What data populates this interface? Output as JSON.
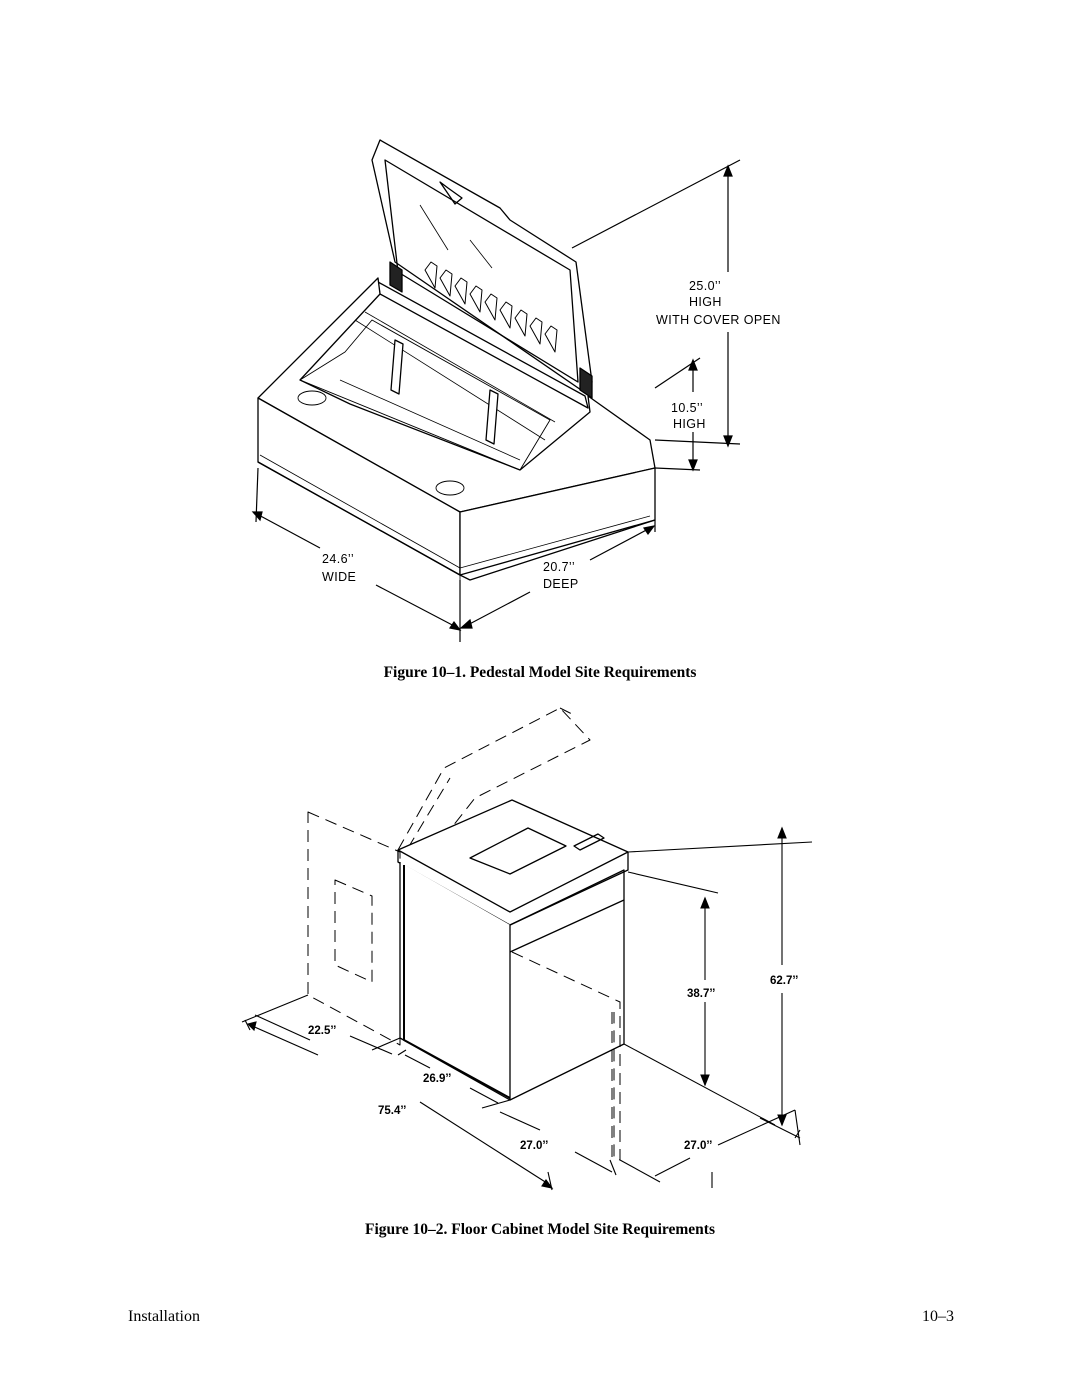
{
  "figure1": {
    "caption": "Figure 10–1. Pedestal Model Site Requirements",
    "dims": {
      "height_open_value": "25.0’’",
      "height_open_l1": "HIGH",
      "height_open_l2": "WITH COVER OPEN",
      "height_value": "10.5’’",
      "height_l1": "HIGH",
      "width_value": "24.6’’",
      "width_l1": "WIDE",
      "depth_value": "20.7’’",
      "depth_l1": "DEEP"
    }
  },
  "figure2": {
    "caption": "Figure 10–2. Floor Cabinet Model Site Requirements",
    "dims": {
      "side_clearance": "22.5’’",
      "cabinet_width": "26.9’’",
      "overall_width": "75.4’’",
      "front_clearance": "27.0’’",
      "rear_clearance": "27.0’’",
      "cabinet_height": "38.7’’",
      "overall_height": "62.7’’"
    }
  },
  "footer": {
    "section": "Installation",
    "page": "10–3"
  }
}
